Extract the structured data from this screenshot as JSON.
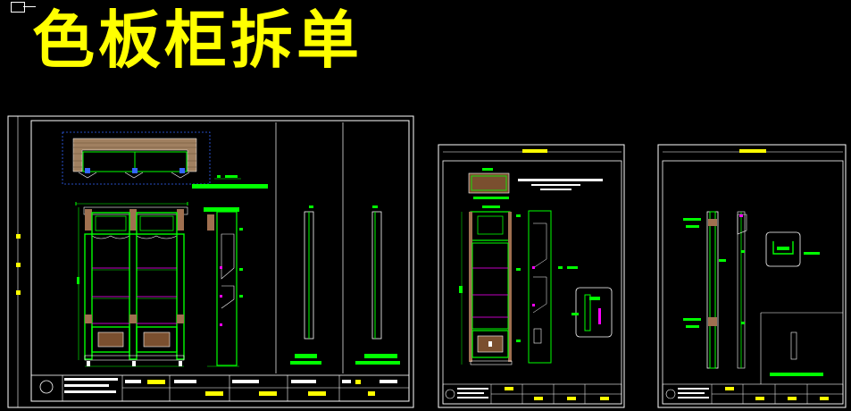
{
  "drawing": {
    "title": "色板柜拆单",
    "colors": {
      "background": "#000000",
      "title": "#ffff00",
      "frame": "#ffffff",
      "panel": "#00ff00",
      "accent_blue": "#3366ff",
      "accent_magenta": "#ff00ff",
      "brick": "#cc9966",
      "frame_yellow": "#ffff00"
    },
    "sheets": [
      {
        "name": "sheet-1",
        "views": [
          "plan-view",
          "front-elevation",
          "side-section",
          "detail-a",
          "detail-b"
        ]
      },
      {
        "name": "sheet-2",
        "views": [
          "top-view",
          "front-elevation",
          "side-section",
          "detail"
        ]
      },
      {
        "name": "sheet-3",
        "views": [
          "side-profile",
          "section-detail",
          "inset-detail"
        ]
      }
    ]
  }
}
